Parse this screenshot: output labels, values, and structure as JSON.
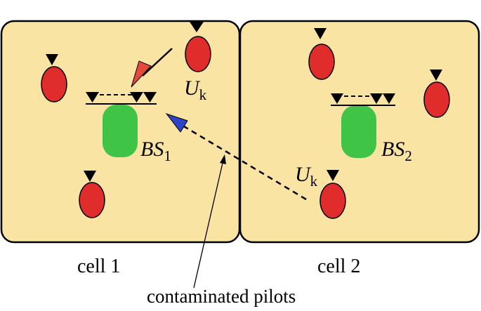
{
  "cells": [
    {
      "label": "cell 1",
      "base_station": {
        "name": "BS",
        "sub": "1"
      }
    },
    {
      "label": "cell 2",
      "base_station": {
        "name": "BS",
        "sub": "2"
      }
    }
  ],
  "users": [
    {
      "name": "U",
      "sub": "k"
    },
    {
      "name": "U",
      "sub": "k"
    }
  ],
  "annotation": "contaminated pilots",
  "colors": {
    "cell_fill": "#f9e4a4",
    "cell_border": "#000000",
    "user": "#e02d2b",
    "base_station": "#3fc447",
    "desired_arrow": "#e6483c",
    "interference_arrow": "#2f43c7",
    "antenna": "#000000"
  },
  "icons": [
    "user-terminal-icon",
    "antenna-array-icon",
    "base-station-icon"
  ]
}
